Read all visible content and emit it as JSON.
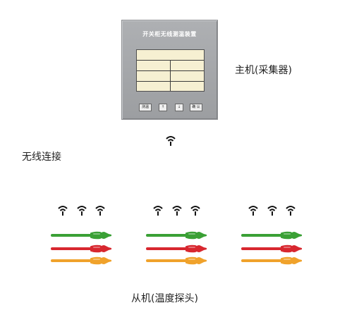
{
  "host": {
    "panel_title": "开关柜无线测温装置",
    "buttons": [
      "测温",
      "↑",
      "↓",
      "确 认"
    ],
    "label": "主机(采集器)"
  },
  "link_label": "无线连接",
  "slave_label": "从机(温度探头)",
  "probe_colors": [
    "#3aa035",
    "#d8272f",
    "#f0a22b"
  ],
  "icons": {
    "signal": "wifi-signal-icon",
    "probe": "temperature-probe-icon"
  }
}
